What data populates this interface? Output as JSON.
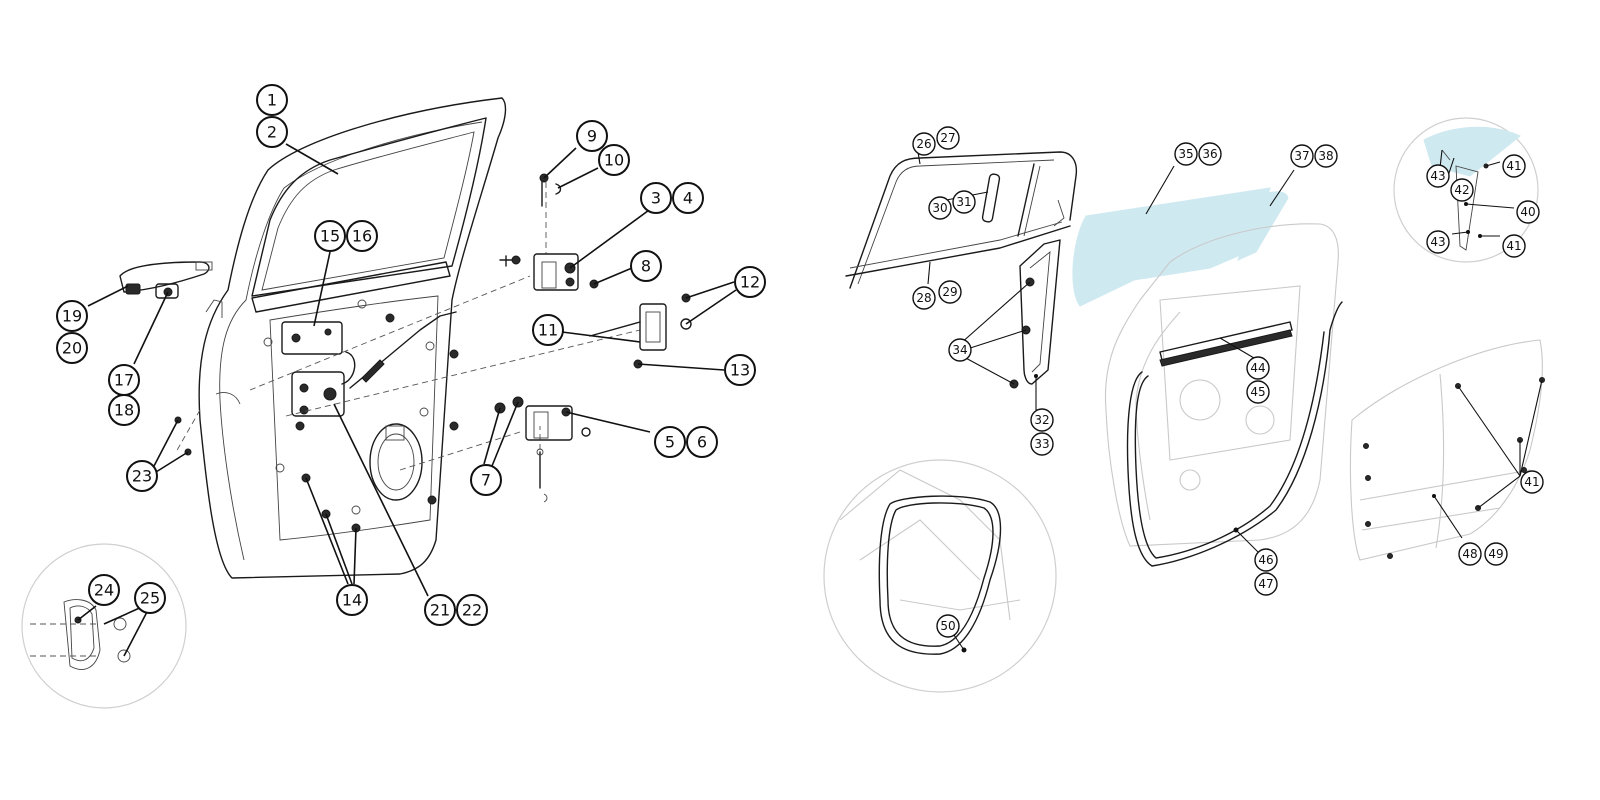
{
  "colors": {
    "line": "#1a1a1a",
    "glass": "#cfe9f1",
    "detail_outline": "#cfcfcf"
  },
  "callouts": {
    "c1": "1",
    "c2": "2",
    "c3": "3",
    "c4": "4",
    "c5": "5",
    "c6": "6",
    "c7": "7",
    "c8": "8",
    "c9": "9",
    "c10": "10",
    "c11": "11",
    "c12": "12",
    "c13": "13",
    "c14": "14",
    "c15": "15",
    "c16": "16",
    "c17": "17",
    "c18": "18",
    "c19": "19",
    "c20": "20",
    "c21": "21",
    "c22": "22",
    "c23": "23",
    "c24": "24",
    "c25": "25",
    "c26": "26",
    "c27": "27",
    "c28": "28",
    "c29": "29",
    "c30": "30",
    "c31": "31",
    "c32": "32",
    "c33": "33",
    "c34": "34",
    "c35": "35",
    "c36": "36",
    "c37": "37",
    "c38": "38",
    "c40": "40",
    "c41a": "41",
    "c41b": "41",
    "c41c": "41",
    "c42": "42",
    "c43a": "43",
    "c43b": "43",
    "c44": "44",
    "c45": "45",
    "c46": "46",
    "c47": "47",
    "c48": "48",
    "c49": "49",
    "c50": "50"
  }
}
